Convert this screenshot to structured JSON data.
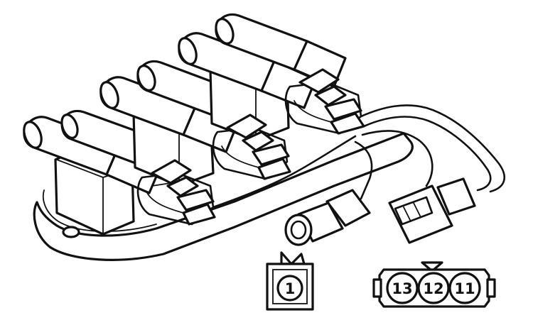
{
  "connector_left": {
    "pins": [
      "1"
    ]
  },
  "connector_right": {
    "pins": [
      "13",
      "12",
      "11"
    ]
  },
  "colors": {
    "line": "#111111",
    "background": "#ffffff"
  }
}
